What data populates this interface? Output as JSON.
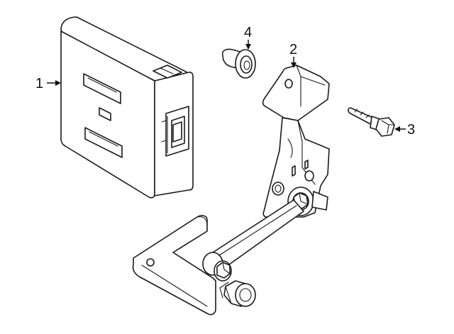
{
  "callouts": [
    {
      "id": "1",
      "part": "control-module"
    },
    {
      "id": "2",
      "part": "height-sensor-bracket"
    },
    {
      "id": "3",
      "part": "bolt"
    },
    {
      "id": "4",
      "part": "grommet"
    }
  ],
  "colors": {
    "line": "#1a1a1a",
    "fill": "#ffffff"
  }
}
